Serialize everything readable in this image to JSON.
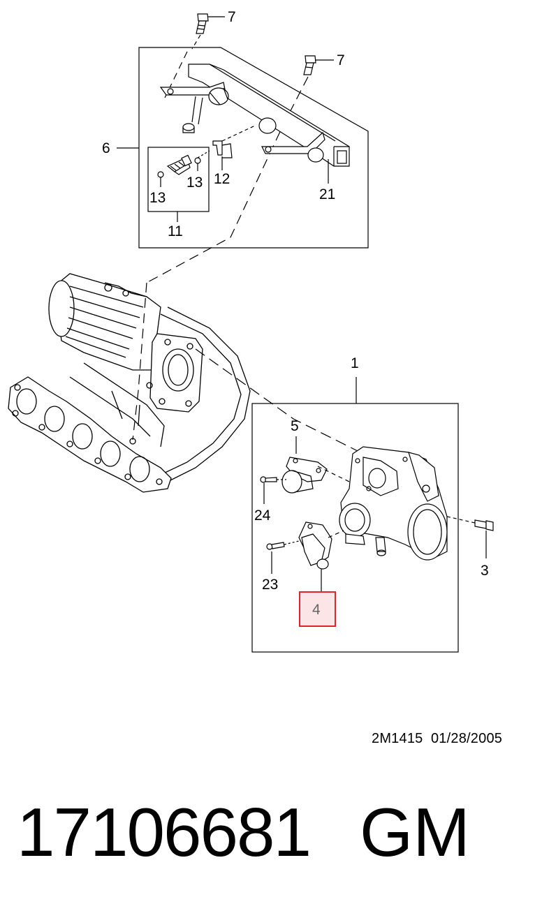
{
  "callouts": {
    "c7a": "7",
    "c7b": "7",
    "c6": "6",
    "c13a": "13",
    "c13b": "13",
    "c12": "12",
    "c11": "11",
    "c21": "21",
    "c1": "1",
    "c5": "5",
    "c24": "24",
    "c3": "3",
    "c23": "23",
    "c4": "4"
  },
  "highlight_color": "#e0242a",
  "drawing_code": "2M1415  01/28/2005",
  "part_number": "17106681",
  "brand": "GM"
}
